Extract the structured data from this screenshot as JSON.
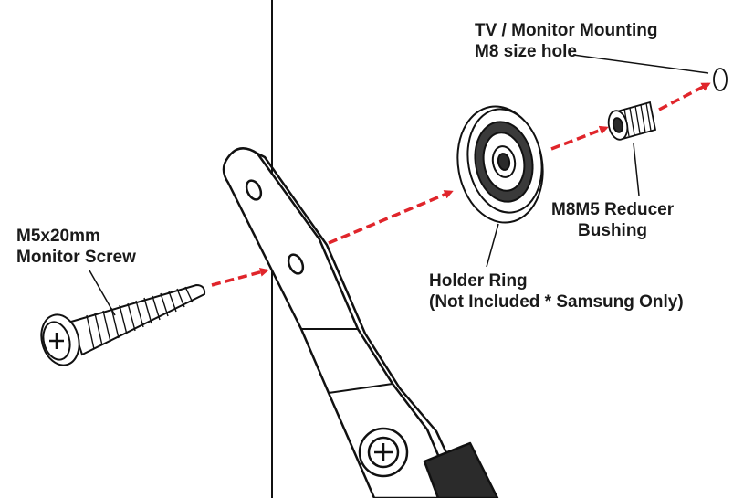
{
  "labels": {
    "tv_hole": [
      "TV / Monitor Mounting",
      "M8 size hole"
    ],
    "screw": [
      "M5x20mm",
      "Monitor Screw"
    ],
    "holder_ring": [
      "Holder Ring",
      "(Not Included * Samsung Only)"
    ],
    "bushing": [
      "M8M5 Reducer",
      "Bushing"
    ]
  },
  "colors": {
    "arrow": "#e0252b",
    "line": "#111111",
    "background": "#ffffff"
  }
}
